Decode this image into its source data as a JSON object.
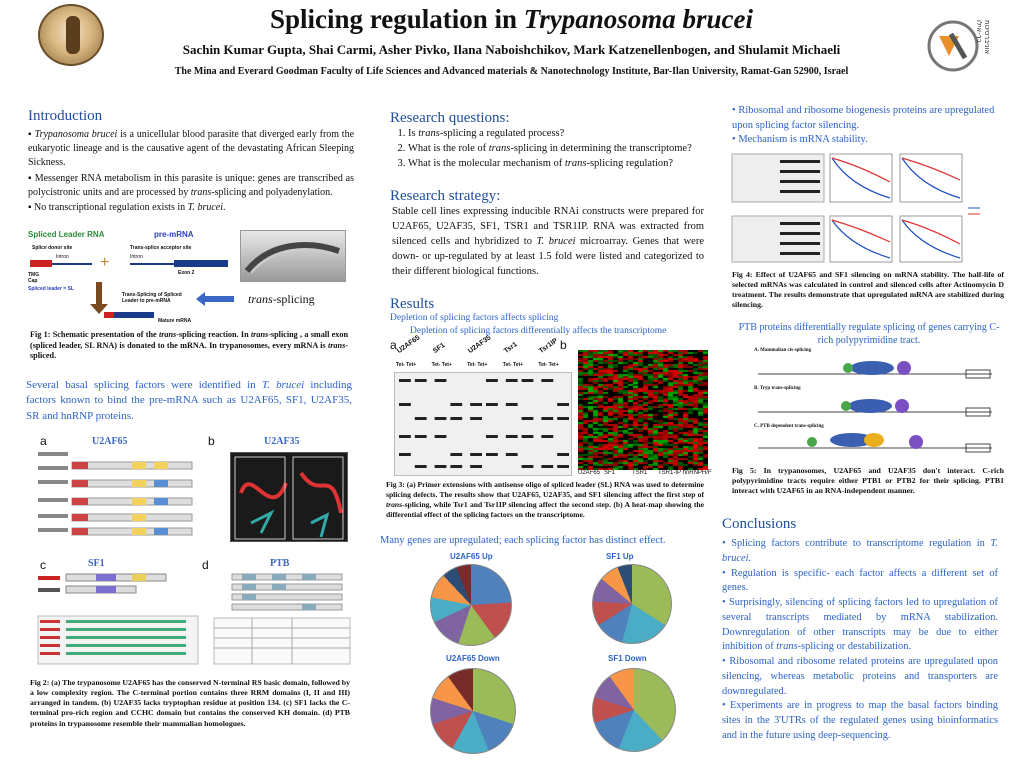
{
  "header": {
    "title_plain": "Splicing regulation in ",
    "title_italic": "Trypanosoma brucei",
    "authors": "Sachin Kumar Gupta, Shai Carmi, Asher Pivko, Ilana Naboishchikov, Mark Katzenellenbogen, and Shulamit Michaeli",
    "affiliation": "The Mina and Everard Goodman Faculty of  Life Sciences and Advanced materials & Nanotechnology Institute, Bar-Ilan University, Ramat-Gan 52900, Israel"
  },
  "intro": {
    "heading": "Introduction",
    "b1_italic": "Trypanosoma brucei",
    "b1_rest": "  is  a unicellular blood parasite that diverged early from the eukaryotic lineage and is the causative agent of the devastating African Sleeping Sickness.",
    "b2_a": "Messenger RNA metabolism in this parasite is unique: genes are transcribed as polycistronic units and are processed by ",
    "b2_italic": "trans",
    "b2_b": "-splicing and polyadenylation.",
    "b3_a": "No transcriptional regulation exists in ",
    "b3_italic": "T. brucei",
    "b3_b": "."
  },
  "fig1": {
    "sl_label": "Spliced Leader RNA",
    "premrna_label": "pre-mRNA",
    "splice_donor": "Splice donor site",
    "trans_acceptor": "Trans-splice acceptor site",
    "intron1": "Intron",
    "intron2": "Intron",
    "tmg": "TMG Cap",
    "sl": "Spliced leader = SL",
    "exon2": "Exon  2",
    "ts_label": "Trans-Splicing of Spliced Leader to pre-mRNA",
    "mature": "Mature mRNA",
    "trans_italic": "trans",
    "trans_rest": "-splicing",
    "cap_a": "Fig 1: Schematic presentation of the ",
    "cap_i1": "trans",
    "cap_b": "-splicing reaction. In ",
    "cap_i2": "trans",
    "cap_c": "-splicing , a small exon (spliced leader, SL RNA) is donated to the mRNA. In trypanosomes, every mRNA is ",
    "cap_i3": "trans",
    "cap_d": "-spliced."
  },
  "basal": {
    "a": "Several basal splicing factors were identified in ",
    "i": "T. brucei",
    "b": " including factors known to bind the pre-mRNA such as U2AF65, SF1, U2AF35, SR and hnRNP proteins."
  },
  "fig2": {
    "a": "a",
    "b": "b",
    "c": "c",
    "d": "d",
    "u2af65": "U2AF65",
    "u2af35": "U2AF35",
    "sf1": "SF1",
    "ptb": "PTB",
    "caption": "Fig  2:  (a)  The  trypanosome  U2AF65  has  the  conserved  N-terminal  RS  basic domain, followed by a low complexity region. The C-terminal portion contains three RRM domains (I, II and III) arranged in tandem. (b) U2AF35 lacks tryptophan residue at position 134. (c)  SF1 lacks the C-terminal pro-rich region and CCHC domain but contains the conserved  KH  domain. (d) PTB proteins in trypanosome resemble their  mammalian homologues."
  },
  "questions": {
    "heading": "Research questions:",
    "q1_a": "Is ",
    "q1_i": "trans",
    "q1_b": "-splicing a regulated process?",
    "q2_a": "What is the role of ",
    "q2_i": "trans",
    "q2_b": "-splicing in determining the transcriptome?",
    "q3_a": "What is the molecular mechanism of ",
    "q3_i": "trans",
    "q3_b": "-splicing regulation?"
  },
  "strategy": {
    "heading": "Research strategy:",
    "a": "Stable cell lines expressing inducible RNAi constructs were prepared for U2AF65, U2AF35, SF1, TSR1 and TSR1IP. RNA was extracted from silenced cells and hybridized to ",
    "i": "T. brucei",
    "b": " microarray. Genes that were down- or up-regulated by at least 1.5 fold were listed and categorized to their different biological functions."
  },
  "results": {
    "heading": "Results",
    "sub1": "Depletion of splicing factors affects splicing",
    "sub2": "Depletion of splicing factors differentially affects the transcriptome",
    "a": "a",
    "b": "b",
    "lanes": [
      "U2AF65",
      "SF1",
      "U2AF35",
      "Tsr1",
      "Tsr1IP"
    ],
    "tet": "Tet- Tet+",
    "heat_labels": [
      "U2AF65",
      "SF1",
      "TSR1",
      "TSR1-IP hnRNPH/F"
    ],
    "cap_a": "Fig 3: (a) Primer extensions with antisense oligo of spliced leader (SL) RNA was used to determine splicing defects. The results show that  U2AF65, U2AF35, and SF1 silencing affect the first step  of ",
    "cap_i": "trans",
    "cap_b": "-splicing, while Tsr1 and Tsr1IP silencing affect the second step. (b) A heat-map showing the differential effect of the splicing factors on the transcriptome.",
    "upreg": "Many genes are upregulated; each splicing factor has distinct effect."
  },
  "pies": {
    "t1": "U2AF65 Up",
    "t2": "SF1 Up",
    "t3": "U2AF65 Down",
    "t4": "SF1 Down",
    "legend_colors": [
      "#4f81bd",
      "#c0504d",
      "#9bbb59",
      "#8064a2",
      "#4bacc6",
      "#f79646",
      "#2c4d75",
      "#772c2a"
    ]
  },
  "right": {
    "bullet1": "Ribosomal and ribosome biogenesis proteins are upregulated upon splicing factor silencing.",
    "bullet2": "Mechanism is mRNA stability.",
    "fig4": "Fig 4:  Effect of U2AF65 and  SF1 silencing on mRNA stability. The half-life of selected mRNAs was calculated in control and silenced cells after Actinomycin D treatment. The results demonstrate that upregulated mRNA are stabilized during silencing.",
    "ptb_title": "PTB proteins differentially regulate splicing of genes carrying C-rich polypyrimidine tract.",
    "ptb_a": "A. Mammalian cis-splicing",
    "ptb_b": "B. Tryp trans-splicing",
    "ptb_c": "C. PTB dependent trans-splicing",
    "fig5": "Fig 5: In trypanosomes, U2AF65 and U2AF35 don't interact. C-rich polypyrimidine tracts require either PTB1 or PTB2 for their splicing. PTB1 interact with U2AF65 in an RNA-independent manner."
  },
  "conclusions": {
    "heading": "Conclusions",
    "c1_a": "Splicing factors contribute to  transcriptome  regulation in ",
    "c1_i": "T. brucei.",
    "c2": "Regulation is specific- each  factor affects a different set of genes.",
    "c3": "Surprisingly, silencing of splicing factors led to upregulation of several transcripts mediated by mRNA stabilization. Downregulation of other transcripts may be due to either inhibition of ",
    "c3_i": "trans",
    "c3_b": "-splicing or destabilization.",
    "c4": "Ribosomal and ribosome related proteins are upregulated upon silencing, whereas metabolic proteins and transporters are downregulated.",
    "c5": "Experiments are in progress to map the basal factors binding sites in the 3'UTRs of the regulated genes using bioinformatics and in the future using deep-sequencing."
  },
  "logo": {
    "text": "אוניברסיטת בר-אילן"
  }
}
